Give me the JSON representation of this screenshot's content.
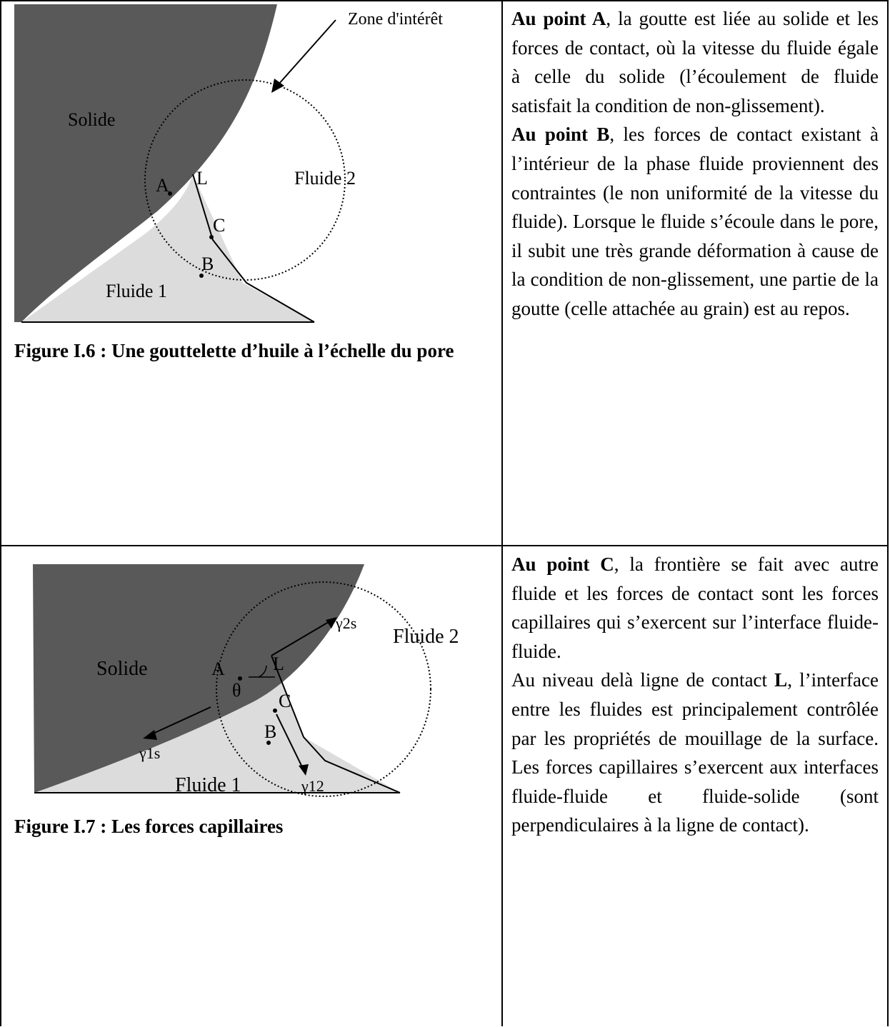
{
  "figure6": {
    "labels": {
      "zone": "Zone d'intérêt",
      "solid": "Solide",
      "fluid1": "Fluide 1",
      "fluid2": "Fluide 2",
      "A": "A",
      "L": "L",
      "C": "C",
      "B": "B"
    },
    "caption": "Figure I.6 : Une gouttelette d’huile à l’échelle du pore"
  },
  "figure7": {
    "labels": {
      "solid": "Solide",
      "fluid1": "Fluide 1",
      "fluid2": "Fluide 2",
      "A": "A",
      "L": "L",
      "C": "C",
      "B": "B",
      "theta": "θ",
      "gamma_2s": "γ2s",
      "gamma_1s": "γ1s",
      "gamma_12": "γ12"
    },
    "caption": "Figure I.7 : Les forces capillaires"
  },
  "text1": {
    "pointA_bold": "Au point A",
    "pointA_text": ", la goutte est liée au solide et les forces de contact, où la vitesse du fluide égale à celle du solide (l’écoulement de fluide satisfait la condition de non-glissement).",
    "pointB_bold": "Au point B",
    "pointB_text": ", les forces de contact existant à l’intérieur de la phase fluide proviennent des contraintes (le non uniformité de la vitesse du fluide). Lorsque le fluide s’écoule dans le pore, il subit une très grande déformation à cause de la condition de non-glissement, une partie de la goutte (celle attachée au grain) est au repos."
  },
  "text2": {
    "pointC_bold": "Au point C",
    "pointC_text": ", la frontière se fait avec autre fluide et les forces de contact sont les forces capillaires qui s’exercent sur l’interface fluide-fluide.",
    "lineL_pre": "Au niveau delà ligne de contact ",
    "lineL_bold": "L",
    "lineL_text": ", l’interface entre les fluides est principalement contrôlée par les propriétés de mouillage de la surface. Les forces capillaires s’exercent aux interfaces fluide-fluide et fluide-solide (sont perpendiculaires à la ligne de contact)."
  }
}
